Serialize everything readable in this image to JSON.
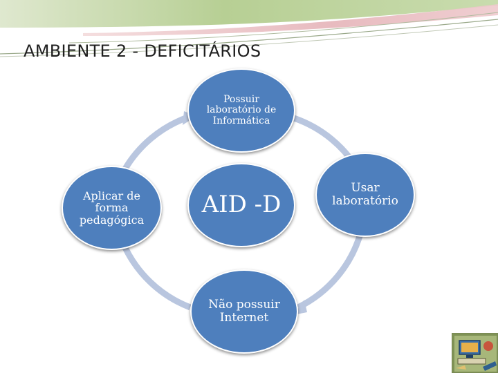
{
  "slide": {
    "title": "AMBIENTE 2 - DEFICITÁRIOS"
  },
  "diagram": {
    "center": "AID -D",
    "nodes": {
      "top": "Possuir\nlaboratório de\nInformática",
      "right": "Usar\nlaboratório",
      "bottom": "Não possuir\nInternet",
      "left": "Aplicar de\nforma\npedagógica"
    }
  },
  "colors": {
    "node_fill": "#4e7fbd",
    "ring": "#b9c6df",
    "banner_green": "#b7cf94",
    "banner_pink": "#e5b3b8"
  },
  "icons": {
    "corner_image": "computer-clipart-icon"
  }
}
